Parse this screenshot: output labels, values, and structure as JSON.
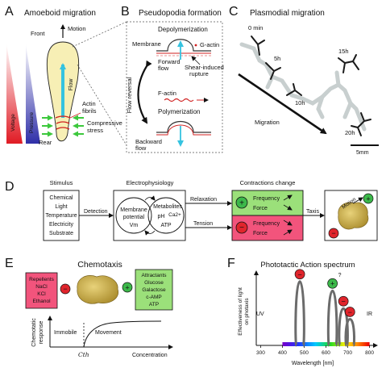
{
  "panels": {
    "A": {
      "letter": "A",
      "title": "Amoeboid migration",
      "front": "Front",
      "rear": "Rear",
      "motion": "Motion",
      "flow": "Flow",
      "actin_fibrils": [
        "Actin",
        "fibrils"
      ],
      "compressive_stress": [
        "Compressive",
        "stress"
      ],
      "gradient_labels": [
        "Voltage",
        "Pressure"
      ],
      "colors": {
        "voltage": "#e01b24",
        "pressure": "#2f2fa8",
        "cell": "#f7efb5",
        "flow": "#35c3e0",
        "stress": "#3cc83c"
      }
    },
    "B": {
      "letter": "B",
      "title": "Pseudopodia formation",
      "membrane": "Membrane",
      "depolymerization": "Depolymerization",
      "g_actin": "G-actin",
      "forward_flow": [
        "Forward",
        "flow"
      ],
      "shear_rupture": [
        "Shear-induced",
        "rupture"
      ],
      "flow_reversal": "Flow reversal",
      "f_actin": "F-actin",
      "polymerization": "Polymerization",
      "backward_flow": [
        "Backward",
        "flow"
      ]
    },
    "C": {
      "letter": "C",
      "title": "Plasmodial migration",
      "times": [
        "0 min",
        "5h",
        "10h",
        "15h",
        "20h"
      ],
      "migration": "Migration",
      "scalebar": "5mm"
    },
    "D": {
      "letter": "D",
      "stimulus_title": "Stimulus",
      "stimuli": [
        "Chemical",
        "Light",
        "Temperature",
        "Electricity",
        "Substrate"
      ],
      "detection": "Detection",
      "electro_title": "Electrophysiology",
      "membrane_potential": [
        "Membrane",
        "potential",
        "Vm"
      ],
      "metabolites": [
        "Metabolites",
        "pH",
        "Ca2+",
        "ATP"
      ],
      "contractions_title": "Contractions change",
      "relaxation": "Relaxation",
      "tension": "Tension",
      "frequency": "Frequency",
      "force": "Force",
      "taxis": "Taxis",
      "motion": "Motion",
      "colors": {
        "relaxation": "#9be07a",
        "tension": "#f2547c"
      }
    },
    "E": {
      "letter": "E",
      "title": "Chemotaxis",
      "repellents": [
        "Repellents",
        "NaCl",
        "KCl",
        "Ethanol"
      ],
      "attractants": [
        "Attractants",
        "Glucose",
        "Galactose",
        "c-AMP",
        "ATP"
      ],
      "ylabel": [
        "Chemotatic",
        "response"
      ],
      "immobile": "Immobile",
      "movement": "Movement",
      "threshold": "Cth",
      "xlabel": "Concentration"
    },
    "F": {
      "letter": "F",
      "title": "Phototactic Action spectrum",
      "ylabel": [
        "Effectiveness of light",
        "on photaxis"
      ],
      "xlabel": "Wavelength [nm]",
      "uv": "UV",
      "ir": "IR",
      "question": "?"
    }
  },
  "chart_data": {
    "type": "line",
    "title": "Phototactic Action spectrum",
    "xlabel": "Wavelength [nm]",
    "ylabel": "Effectiveness of light on photaxis",
    "x_ticks": [
      300,
      400,
      500,
      600,
      700,
      800
    ],
    "xlim": [
      280,
      820
    ],
    "ylim": [
      0,
      1
    ],
    "peaks": [
      {
        "center_nm": 480,
        "height": 0.9,
        "marker": "repulsion"
      },
      {
        "center_nm": 630,
        "height": 0.77,
        "marker": "attraction",
        "note": "?"
      },
      {
        "center_nm": 680,
        "height": 0.52,
        "marker": "repulsion"
      },
      {
        "center_nm": 710,
        "height": 0.37,
        "marker": "repulsion"
      }
    ],
    "grid": false
  }
}
